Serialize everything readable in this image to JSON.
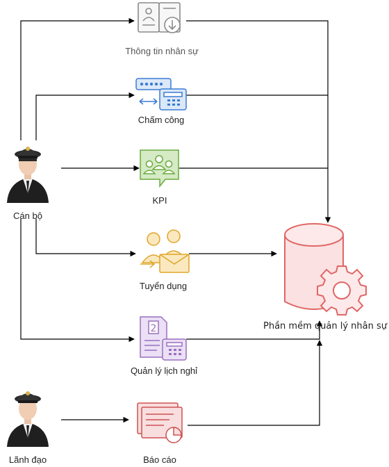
{
  "actors": {
    "staff": {
      "label": "Cán bộ"
    },
    "leader": {
      "label": "Lãnh đạo"
    }
  },
  "modules": {
    "hr_info": {
      "label": "Thông tin nhân sự",
      "icon": "user-id-cards-icon",
      "color": "#8a8a8a"
    },
    "attendance": {
      "label": "Chấm công",
      "icon": "fax-machine-icon",
      "color": "#3a7bd5"
    },
    "kpi": {
      "label": "KPI",
      "icon": "group-chat-icon",
      "color": "#6aaa3c"
    },
    "recruitment": {
      "label": "Tuyển dụng",
      "icon": "users-envelope-icon",
      "color": "#e0a52a"
    },
    "leave": {
      "label": "Quản lý lịch nghỉ",
      "icon": "form-phone-icon",
      "color": "#9a6fc0"
    },
    "reports": {
      "label": "Báo cáo",
      "icon": "report-documents-icon",
      "color": "#d05050"
    }
  },
  "system": {
    "label": "Phần mềm quản lý nhân sự",
    "icon": "database-gear-icon",
    "color": "#e06666"
  }
}
